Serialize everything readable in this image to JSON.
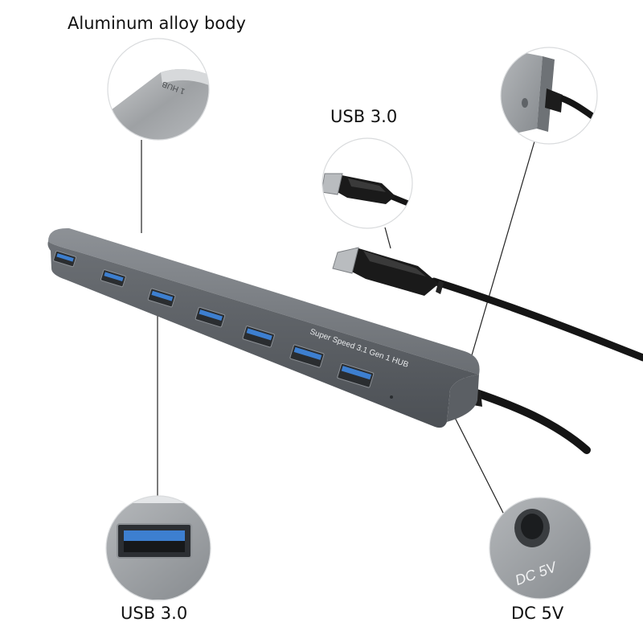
{
  "labels": {
    "aluminum": "Aluminum alloy body",
    "usb_cable": "USB 3.0",
    "usb_port": "USB 3.0",
    "dc": "DC 5V"
  },
  "hub_text": "Super Speed 3.1 Gen 1 HUB",
  "detail_texts": {
    "body_engraving": "1 HUB",
    "dc_port": "DC 5V"
  },
  "port_count": 7,
  "colors": {
    "hub_body": "#6e7378",
    "port_blue": "#3d7fd0",
    "cable": "#151515",
    "leader_line": "#222222"
  }
}
